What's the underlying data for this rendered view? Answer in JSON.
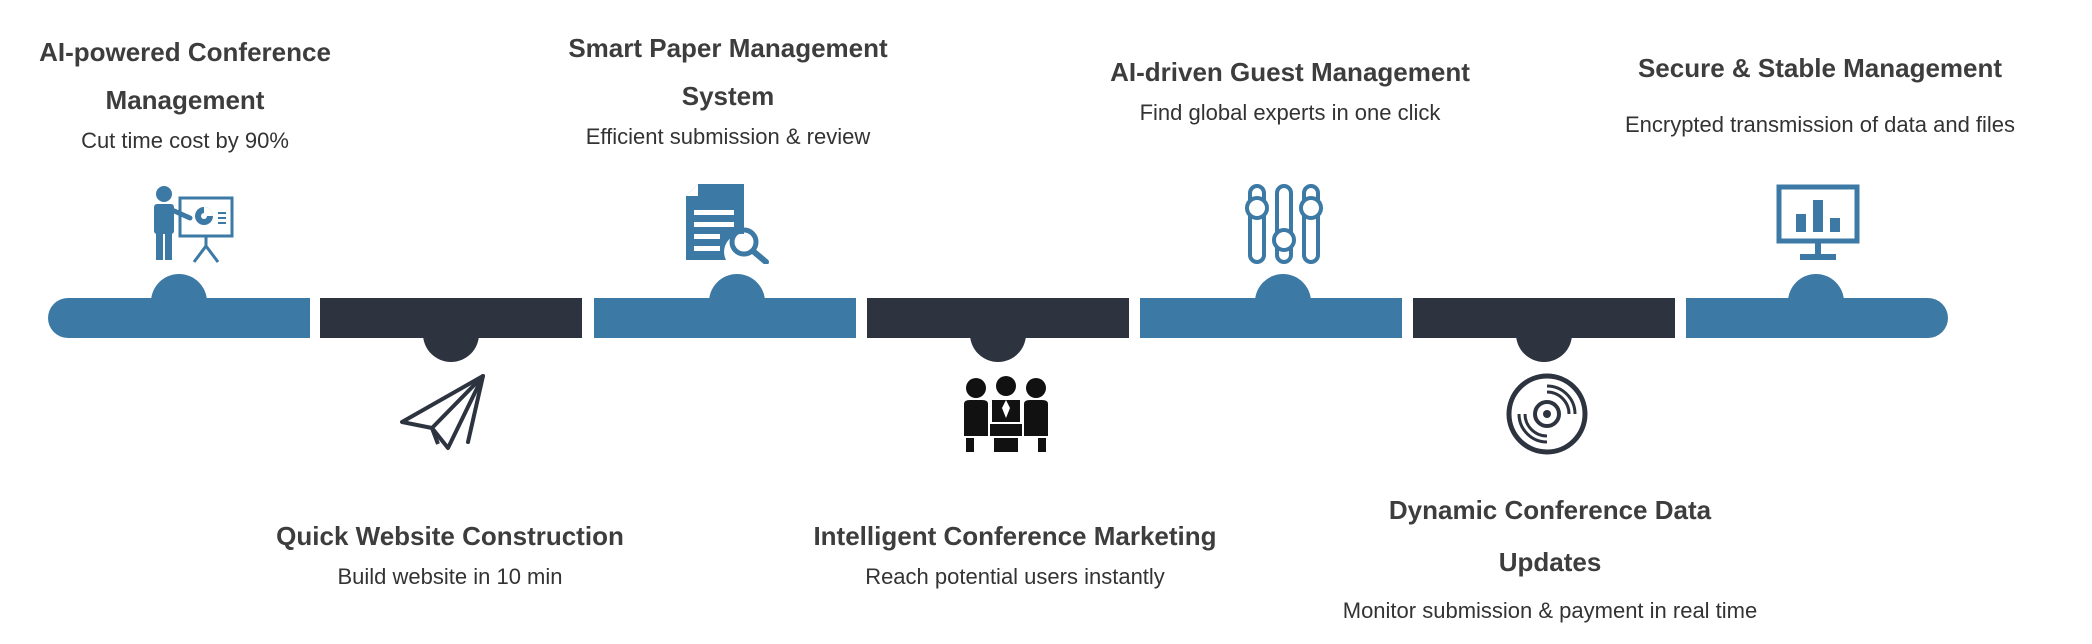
{
  "colors": {
    "blue": "#3c79a5",
    "dark": "#2d3440",
    "text": "#3d3d3d"
  },
  "milestones": [
    {
      "title": "AI-powered Conference Management",
      "subtitle": "Cut time cost by 90%",
      "icon": "presenter-chart-icon"
    },
    {
      "title": "Quick Website Construction",
      "subtitle": "Build website in 10 min",
      "icon": "paper-plane-icon"
    },
    {
      "title": "Smart Paper Management System",
      "subtitle": "Efficient submission & review",
      "icon": "document-search-icon"
    },
    {
      "title": "Intelligent Conference Marketing",
      "subtitle": "Reach potential users instantly",
      "icon": "people-group-icon"
    },
    {
      "title": "AI-driven Guest Management",
      "subtitle": "Find global experts in one click",
      "icon": "sliders-icon"
    },
    {
      "title": "Dynamic Conference Data Updates",
      "subtitle": "Monitor submission & payment in real time",
      "icon": "disc-icon"
    },
    {
      "title": "Secure & Stable Management",
      "subtitle": "Encrypted transmission of data and files",
      "icon": "monitor-chart-icon"
    }
  ]
}
